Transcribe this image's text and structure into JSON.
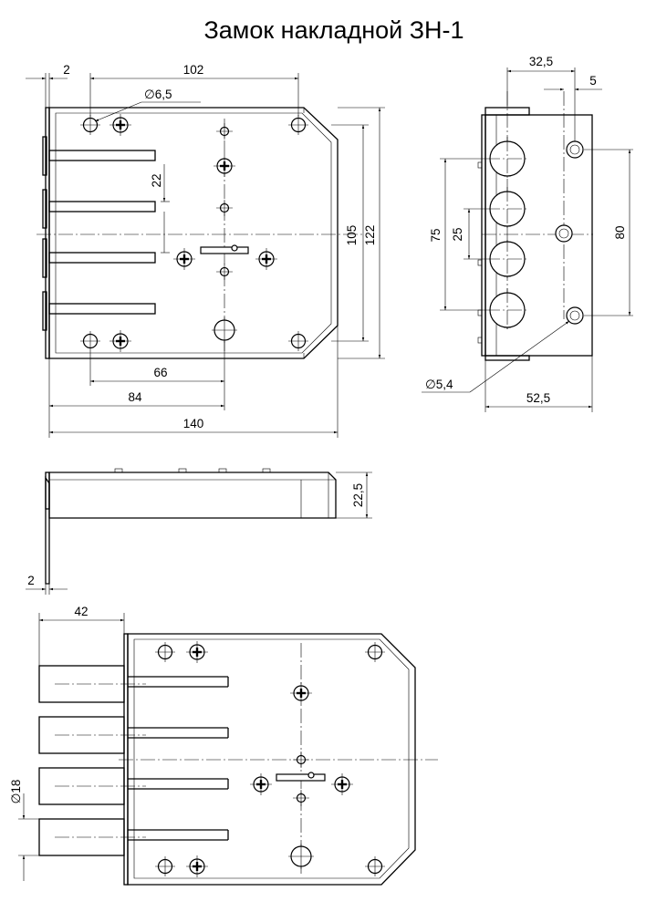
{
  "drawing": {
    "title": "Замок накладной ЗН-1"
  },
  "front_view": {
    "dim_flange": "2",
    "dim_top_holes": "102",
    "dim_hole_dia": "∅6,5",
    "dim_bolt_pitch": "22",
    "dim_height_inner": "105",
    "dim_height_outer": "122",
    "dim_66": "66",
    "dim_84": "84",
    "dim_140": "140"
  },
  "side_view": {
    "dim_32_5": "32,5",
    "dim_5": "5",
    "dim_75": "75",
    "dim_25": "25",
    "dim_80": "80",
    "dim_hole_dia": "∅5,4",
    "dim_52_5": "52,5"
  },
  "top_view": {
    "dim_22_5": "22,5",
    "dim_flange": "2"
  },
  "bottom_view": {
    "dim_42": "42",
    "dim_bolt_dia": "∅18"
  }
}
